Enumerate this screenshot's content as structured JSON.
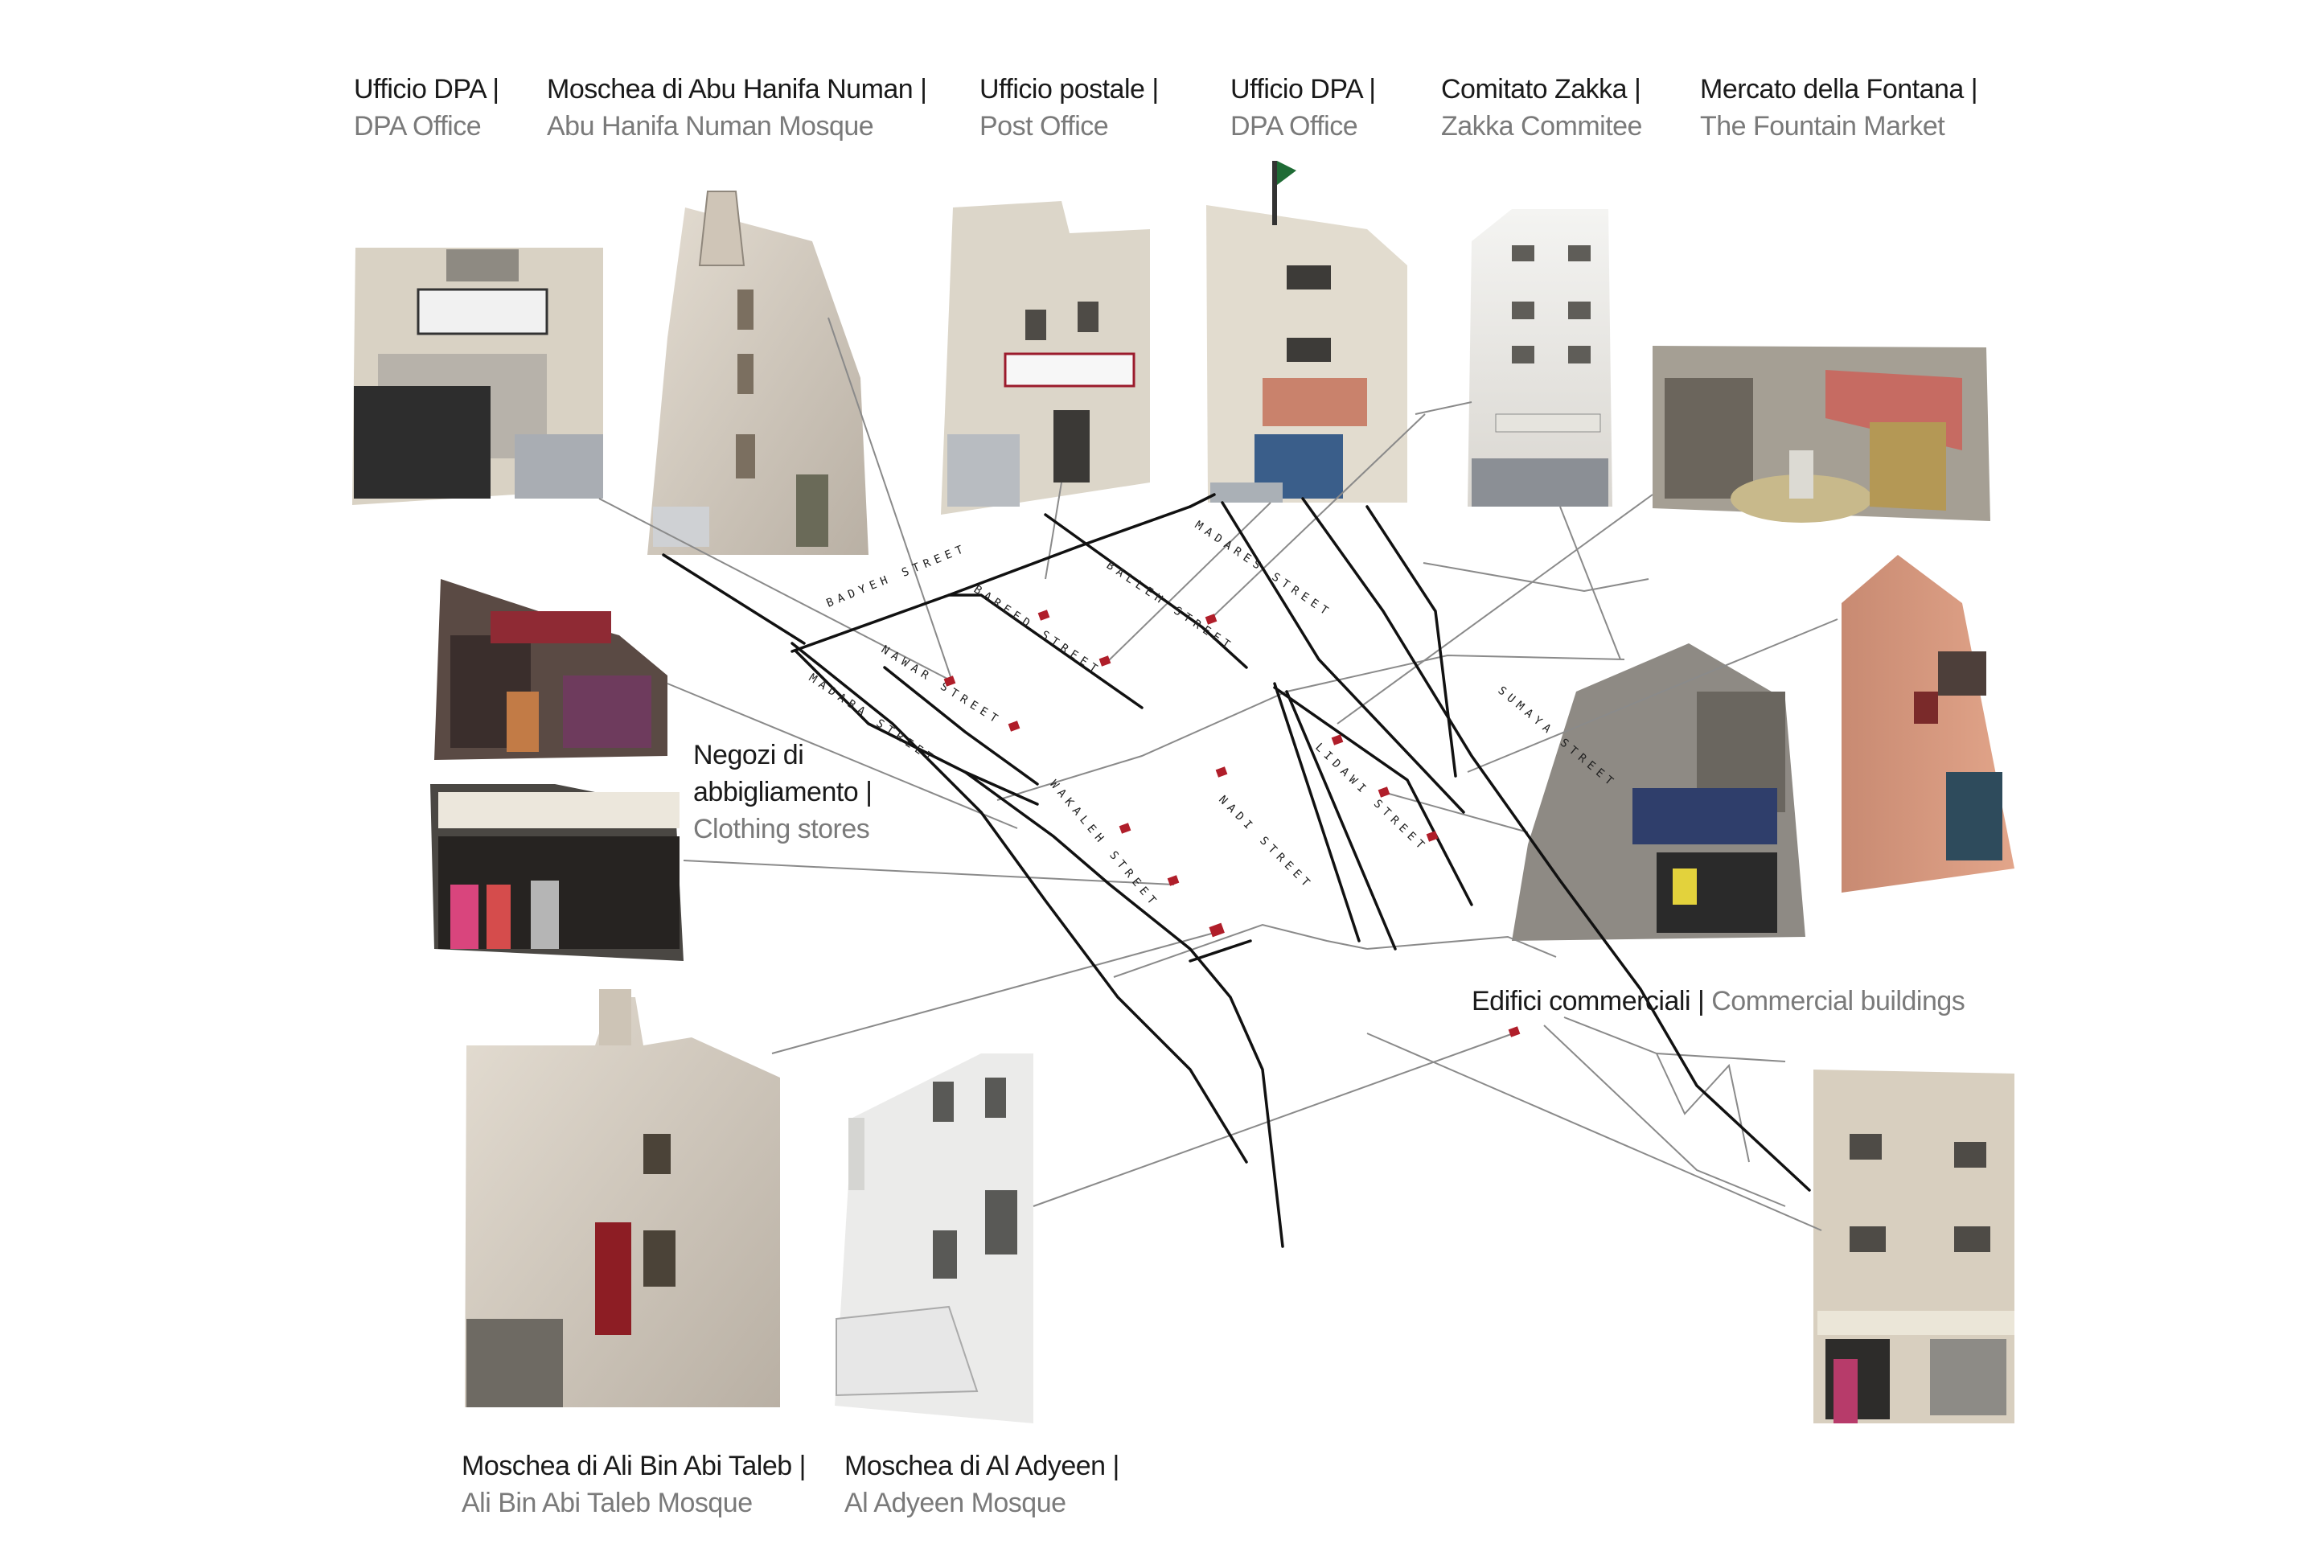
{
  "labels": {
    "dpa1": {
      "it": "Ufficio DPA",
      "en": "DPA Office"
    },
    "abu_hanifa": {
      "it": "Moschea di Abu Hanifa Numan",
      "en": "Abu Hanifa Numan Mosque"
    },
    "post": {
      "it": "Ufficio postale",
      "en": "Post Office"
    },
    "dpa2": {
      "it": "Ufficio DPA",
      "en": "DPA Office"
    },
    "zakka": {
      "it": "Comitato Zakka",
      "en": "Zakka Commitee"
    },
    "fountain": {
      "it": "Mercato della Fontana",
      "en": "The Fountain Market"
    },
    "clothing": {
      "it1": "Negozi di",
      "it2": "abbigliamento",
      "en": "Clothing stores"
    },
    "commercial": {
      "it": "Edifici commerciali",
      "en": "Commercial buildings"
    },
    "ali": {
      "it": "Moschea di Ali Bin Abi Taleb",
      "en": "Ali Bin Abi Taleb Mosque"
    },
    "adyeen": {
      "it": "Moschea di Al Adyeen",
      "en": "Al Adyeen Mosque"
    }
  },
  "separator": "|",
  "streets": {
    "badyeh": "BADYEH STREET",
    "madares": "MADARES STREET",
    "bareed": "BAREED STREET",
    "balleh": "BALLEH STREET",
    "nawar": "NAWAR STREET",
    "madaba": "MADABA STREET",
    "sumaya": "SUMAYA STREET",
    "lidawi": "LIDAWI STREET",
    "nadi": "NADI STREET",
    "wakaleh": "WAKALEH STREET"
  },
  "colors": {
    "street": "#111111",
    "connector": "#8a8a8a",
    "marker": "#b01e2a",
    "italian_text": "#1a1a1a",
    "english_text": "#7a7a7a"
  }
}
